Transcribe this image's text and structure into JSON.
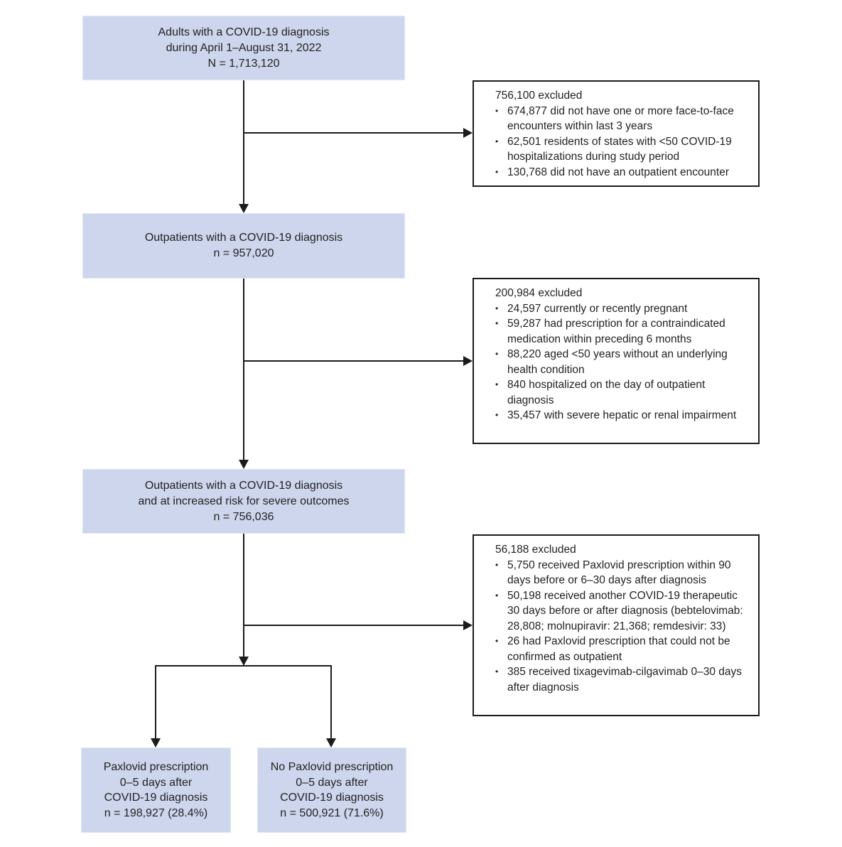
{
  "figure": {
    "type": "flow-diagram",
    "colors": {
      "cohort_box_fill": "#cdd6ec",
      "exclusion_box_fill": "#ffffff",
      "exclusion_box_border": "#1b1b1b",
      "connector_line": "#1b1b1b",
      "text": "#231f20",
      "background": "#ffffff"
    },
    "cohort_boxes": [
      {
        "id": "adults",
        "lines": [
          "Adults with a COVID-19 diagnosis",
          "during April 1–August 31, 2022",
          "N = 1,713,120"
        ]
      },
      {
        "id": "outpatients",
        "lines": [
          "Outpatients with a COVID-19 diagnosis",
          "n = 957,020"
        ]
      },
      {
        "id": "increased-risk",
        "lines": [
          "Outpatients with a COVID-19 diagnosis",
          "and at increased risk for severe outcomes",
          "n = 756,036"
        ]
      },
      {
        "id": "paxlovid",
        "lines": [
          "Paxlovid prescription",
          "0–5 days after",
          "COVID-19 diagnosis",
          "n = 198,927 (28.4%)"
        ]
      },
      {
        "id": "no-paxlovid",
        "lines": [
          "No Paxlovid prescription",
          "0–5 days after",
          "COVID-19 diagnosis",
          "n = 500,921 (71.6%)"
        ]
      }
    ],
    "exclusion_boxes": [
      {
        "header": "756,100 excluded",
        "bullets": [
          "674,877 did not have one or more face-to-face encounters within last 3 years",
          "62,501 residents of states with <50 COVID-19 hospitalizations during study period",
          "130,768 did not have an outpatient encounter"
        ]
      },
      {
        "header": "200,984 excluded",
        "bullets": [
          "24,597 currently or recently pregnant",
          "59,287 had prescription for a contraindicated medication within preceding 6 months",
          "88,220 aged <50 years without an underlying health condition",
          "840 hospitalized on the day of outpatient diagnosis",
          "35,457 with severe hepatic or renal impairment"
        ]
      },
      {
        "header": "56,188 excluded",
        "bullets": [
          "5,750 received Paxlovid prescription within 90 days before or 6–30 days after diagnosis",
          "50,198 received another COVID-19 therapeutic 30 days before or after diagnosis (bebtelovimab: 28,808; molnupiravir: 21,368; remdesivir: 33)",
          "26 had Paxlovid prescription that could not be confirmed as outpatient",
          "385 received tixagevimab-cilgavimab 0–30 days after diagnosis"
        ]
      }
    ],
    "bullet_glyph": "•"
  }
}
